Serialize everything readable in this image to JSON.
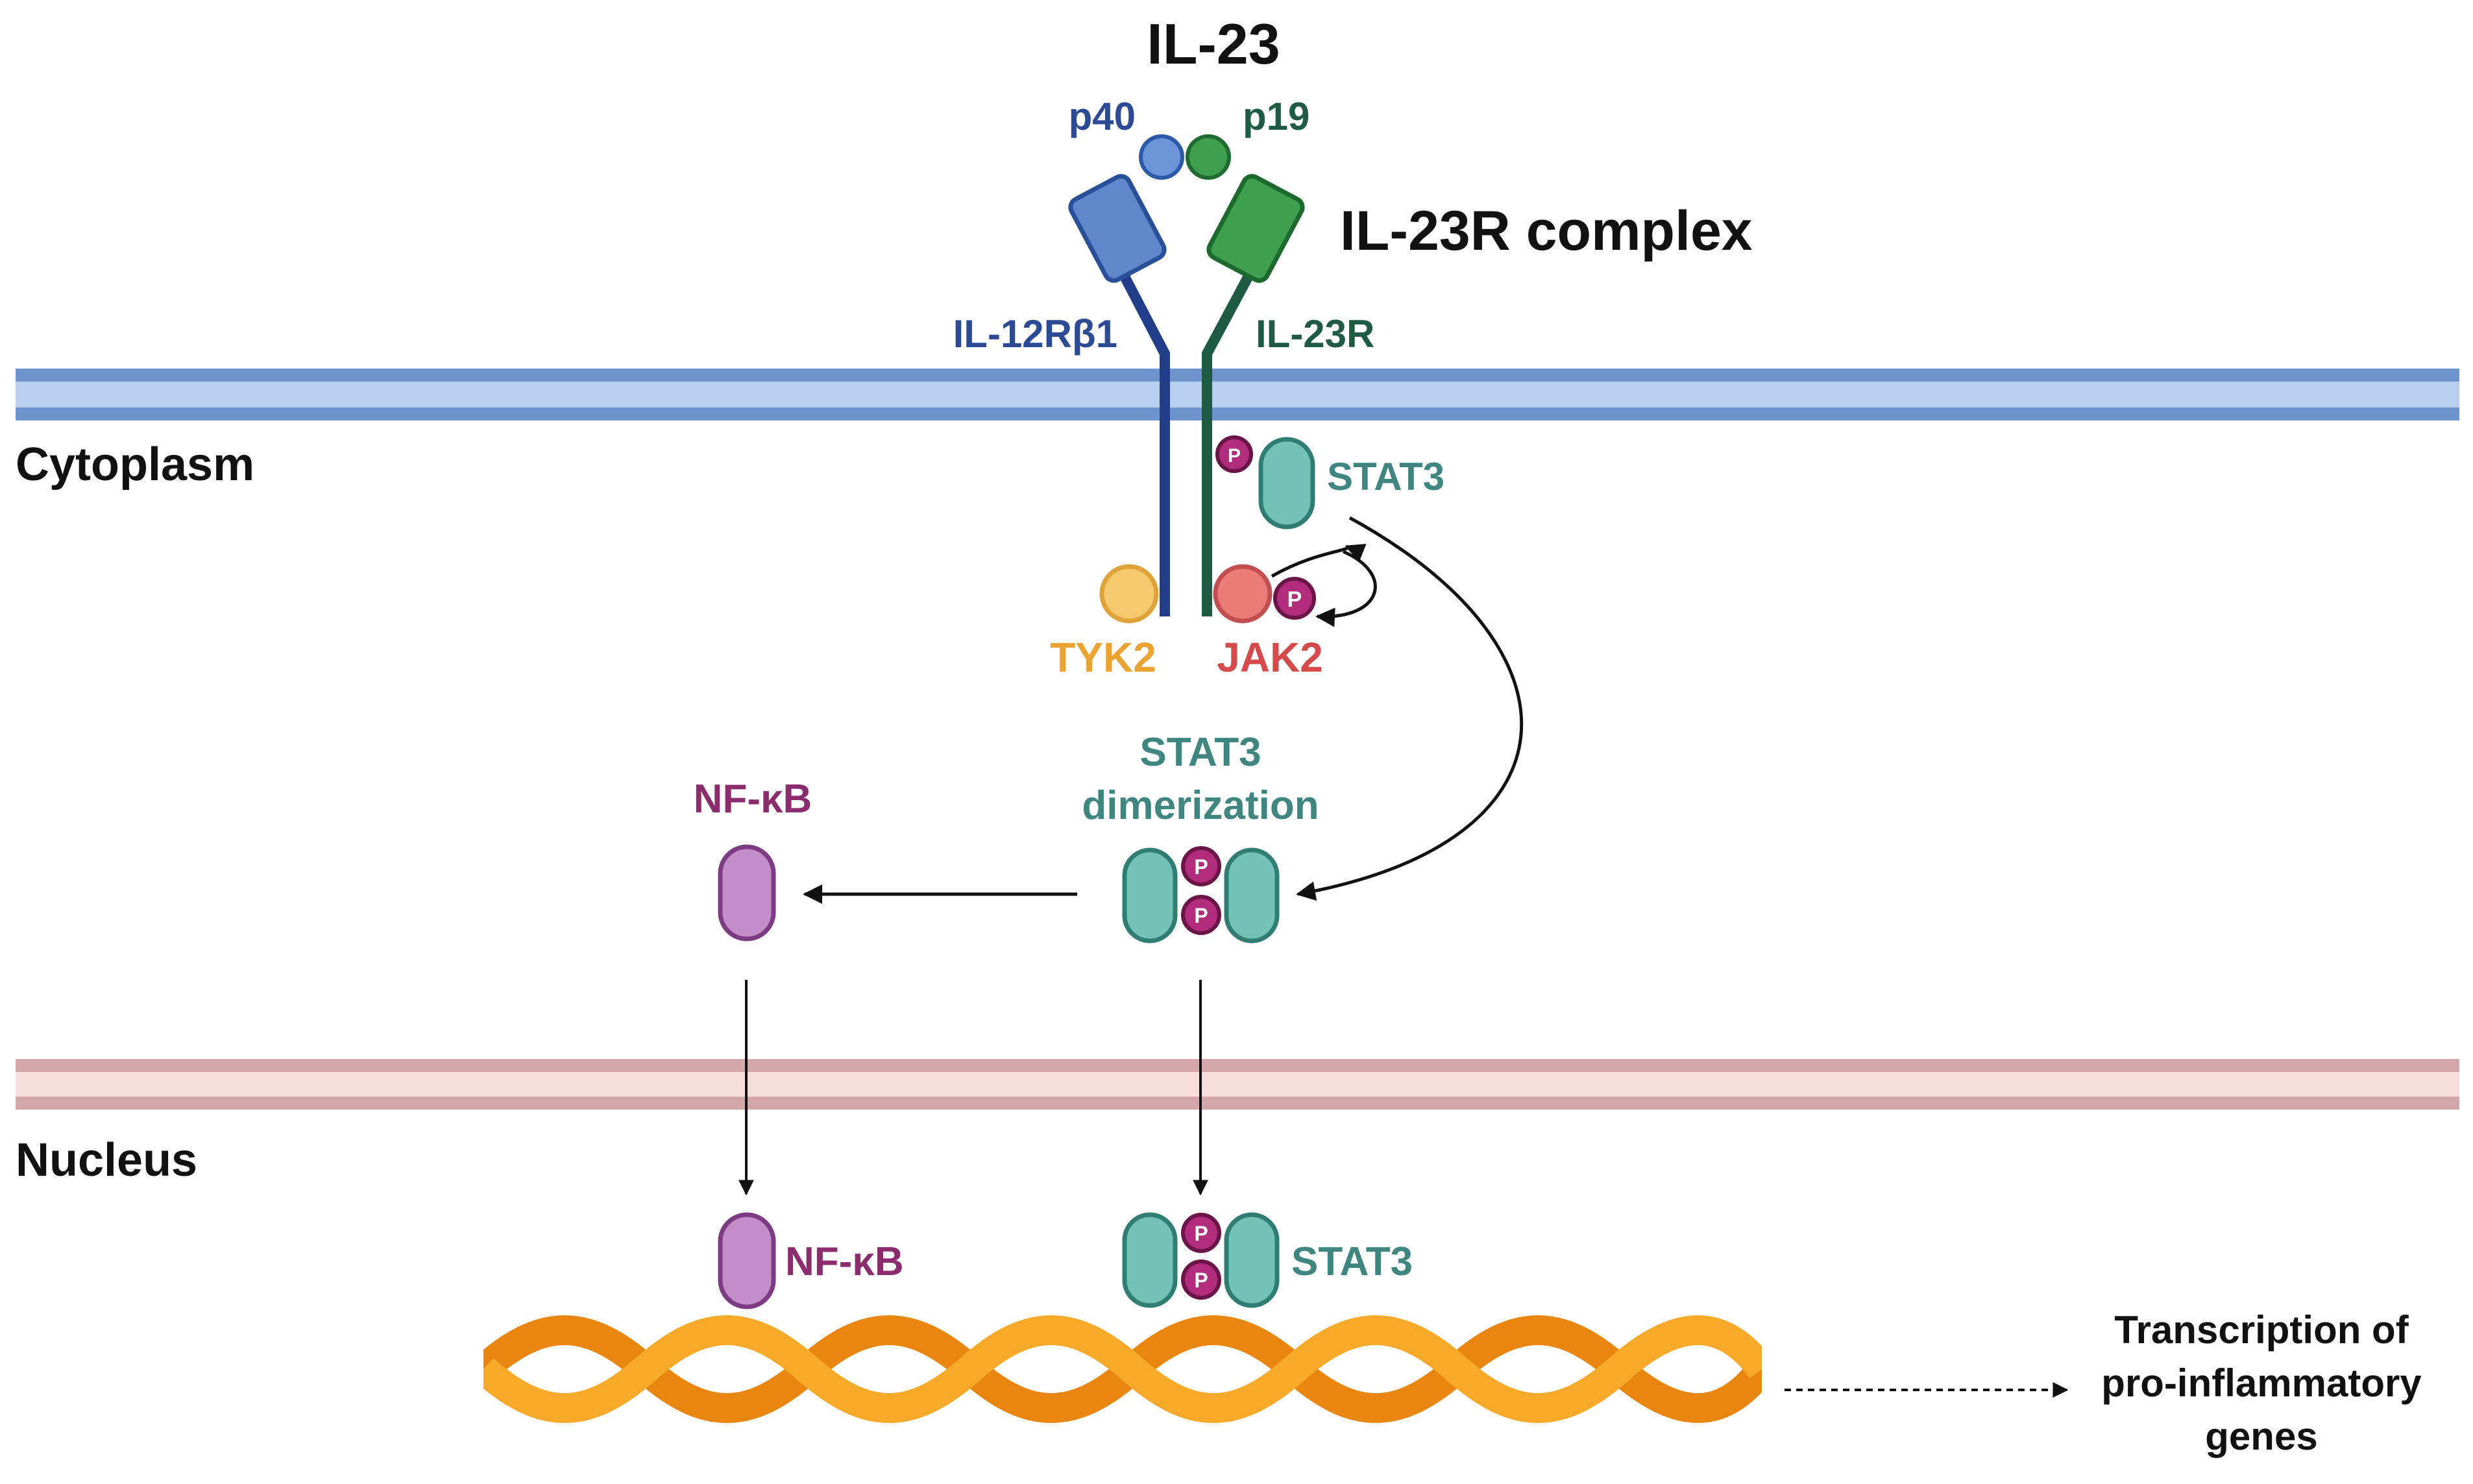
{
  "title": "IL-23",
  "complex_label": "IL-23R complex",
  "subunits": {
    "p40": "p40",
    "p19": "p19"
  },
  "receptors": {
    "il12rb1": "IL-12Rβ1",
    "il23r": "IL-23R"
  },
  "compartments": {
    "cytoplasm": "Cytoplasm",
    "nucleus": "Nucleus"
  },
  "kinases": {
    "tyk2": "TYK2",
    "jak2": "JAK2"
  },
  "phospho": "P",
  "stat3_label": "STAT3",
  "dimerization": {
    "line1": "STAT3",
    "line2": "dimerization"
  },
  "nfkb_label": "NF-κB",
  "nucleus_labels": {
    "nfkb": "NF-κB",
    "stat3": "STAT3"
  },
  "output": {
    "line1": "Transcription of",
    "line2": "pro-inflammatory",
    "line3": "genes"
  },
  "colors": {
    "p40": "#5b86c8",
    "p19": "#3a9a48",
    "il12rb1": "#233d8a",
    "il23r": "#1f5a44",
    "membrane_blue": "#7b9fd4",
    "membrane_pink": "#d9a9ad",
    "tyk2": "#f2c461",
    "jak2": "#e4716f",
    "phospho": "#b12d7c",
    "stat3": "#72c2b6",
    "nfkb": "#c38dc8",
    "dna": "#f29a1b"
  }
}
